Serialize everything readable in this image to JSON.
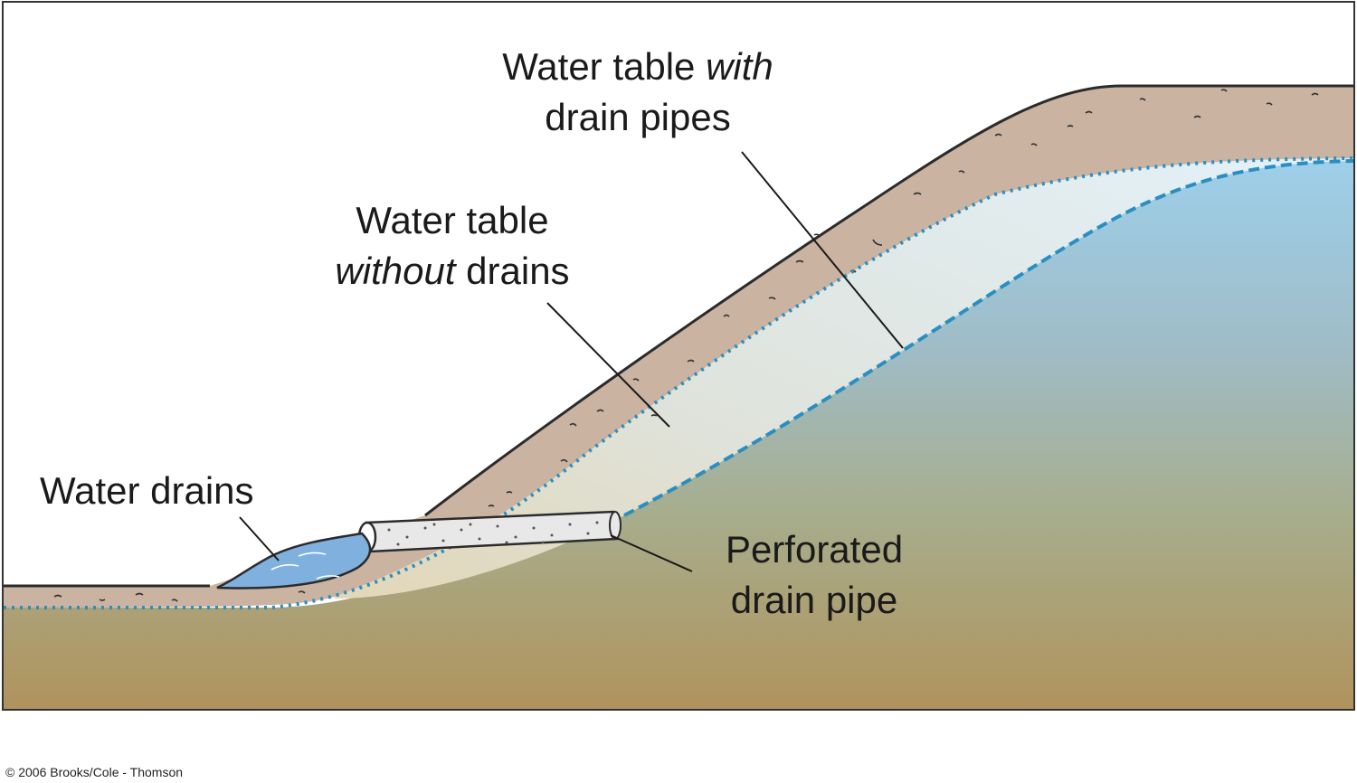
{
  "labels": {
    "with_drains": {
      "line1_plain": "Water table ",
      "line1_italic": "with",
      "line2": "drain pipes"
    },
    "without_drains": {
      "line1": "Water table",
      "line2_italic": "without",
      "line2_plain": " drains"
    },
    "water_drains": "Water drains",
    "drain_pipe": {
      "line1": "Perforated",
      "line2": "drain pipe"
    }
  },
  "credit": "© 2006 Brooks/Cole - Thomson",
  "colors": {
    "soil_surface_layer": "#cbb3a1",
    "ground_top": "#a8c9dd",
    "ground_bottom": "#b0925c",
    "water_table_line": "#2a8fc0",
    "outflow_water": "#7fb0de",
    "pipe": "#e6e6e6",
    "outline": "#333333"
  }
}
